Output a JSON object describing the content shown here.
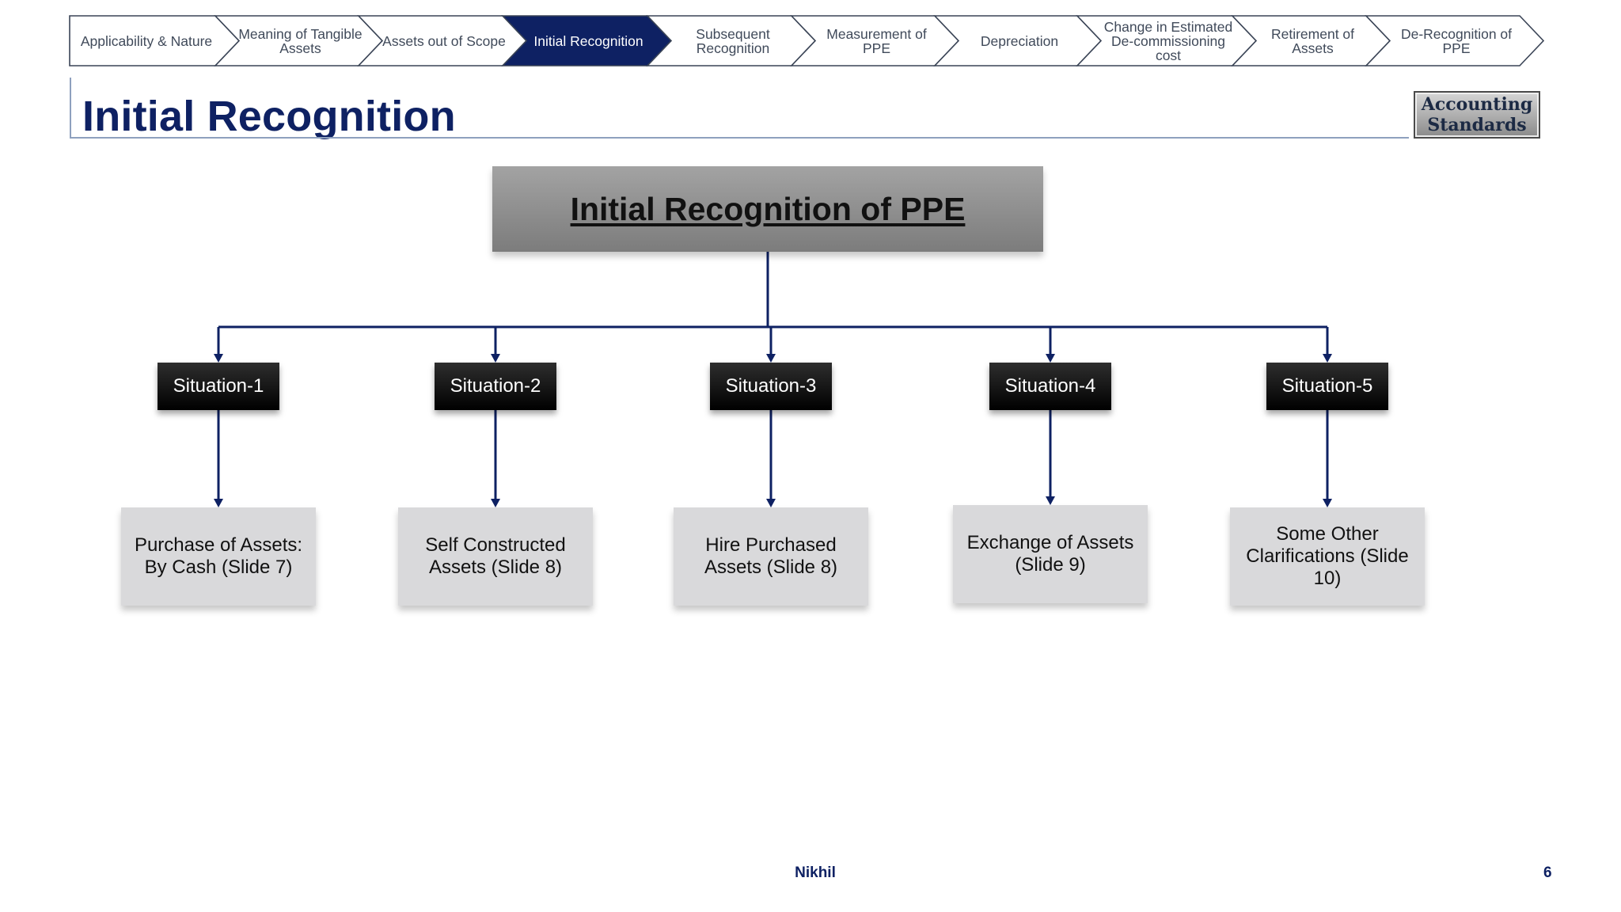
{
  "nav": {
    "steps": [
      {
        "label": "Applicability & Nature",
        "active": false
      },
      {
        "label": "Meaning of Tangible Assets",
        "active": false
      },
      {
        "label": "Assets out of Scope",
        "active": false
      },
      {
        "label": "Initial Recognition",
        "active": true
      },
      {
        "label": "Subsequent Recognition",
        "active": false
      },
      {
        "label": "Measurement of PPE",
        "active": false
      },
      {
        "label": "Depreciation",
        "active": false
      },
      {
        "label": "Change in Estimated De-commissioning cost",
        "active": false
      },
      {
        "label": "Retirement of Assets",
        "active": false
      },
      {
        "label": "De-Recognition of PPE",
        "active": false
      }
    ]
  },
  "header": {
    "title": "Initial Recognition",
    "logo_line1": "Accounting",
    "logo_line2": "Standards"
  },
  "diagram": {
    "root": "Initial Recognition of PPE",
    "branches": [
      {
        "situation": "Situation-1",
        "outcome": "Purchase of Assets: By Cash (Slide 7)"
      },
      {
        "situation": "Situation-2",
        "outcome": "Self Constructed Assets (Slide 8)"
      },
      {
        "situation": "Situation-3",
        "outcome": "Hire Purchased Assets (Slide 8)"
      },
      {
        "situation": "Situation-4",
        "outcome": "Exchange of Assets (Slide 9)"
      },
      {
        "situation": "Situation-5",
        "outcome": "Some Other Clarifications (Slide 10)"
      }
    ]
  },
  "footer": {
    "author": "Nikhil",
    "page_number": "6"
  },
  "colors": {
    "navy": "#0e2163",
    "active_step": "#0e2163",
    "connector": "#0e2163",
    "situation_fill": "#000000",
    "leaf_fill": "#d9d9db"
  }
}
